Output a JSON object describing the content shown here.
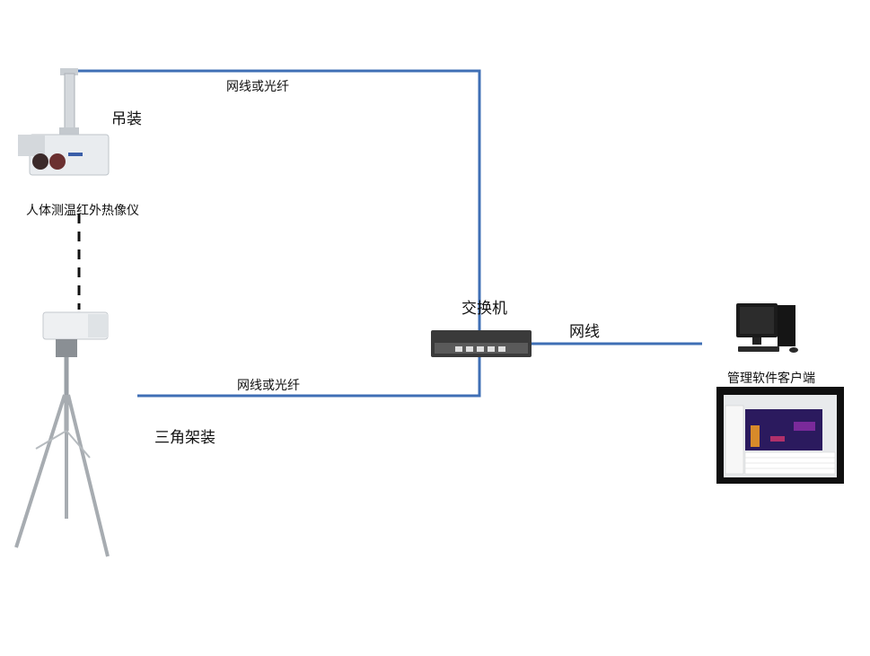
{
  "labels": {
    "link_top": "网线或光纤",
    "mount_hanging": "吊装",
    "camera_name": "人体测温红外热像仪",
    "switch": "交换机",
    "link_lan": "网线",
    "client": "管理软件客户端",
    "link_bottom": "网线或光纤",
    "mount_tripod": "三角架装"
  },
  "colors": {
    "cable": "#3f6fb5",
    "dashed": "#111111",
    "camera_body": "#e9ecef",
    "switch_body": "#3a3a3a",
    "monitor_screen": "#1b1b2e"
  }
}
